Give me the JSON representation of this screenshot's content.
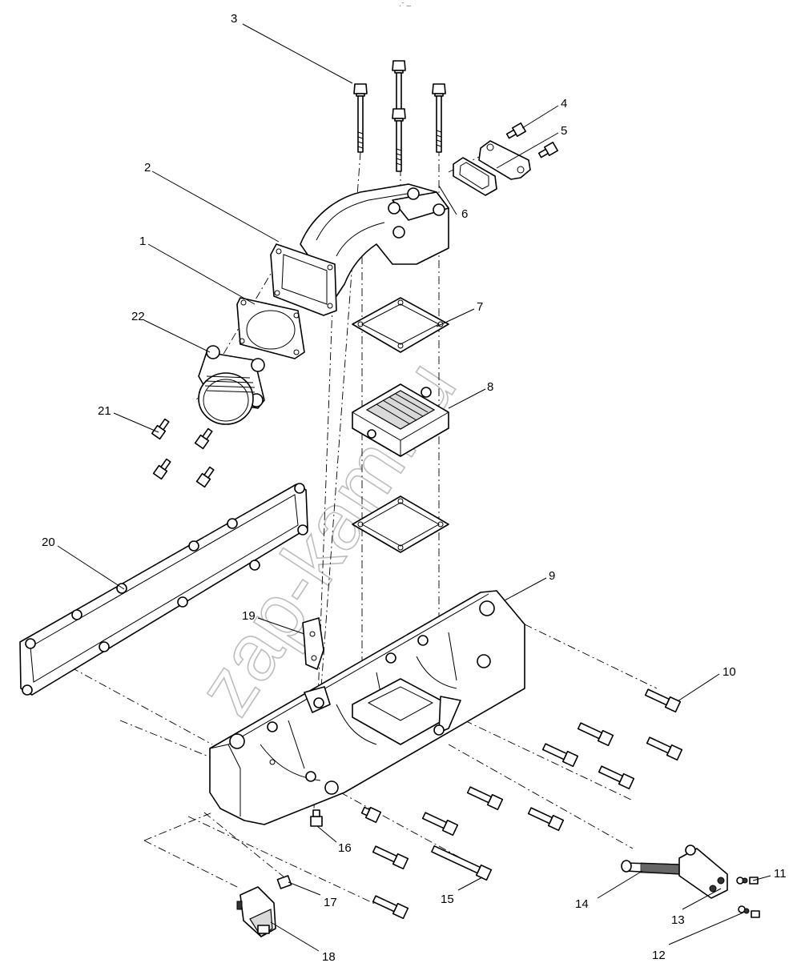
{
  "watermark": "zap-kam.ru",
  "top_mark": "·ˉ –",
  "callouts": [
    "1",
    "2",
    "3",
    "4",
    "5",
    "6",
    "7",
    "8",
    "9",
    "10",
    "11",
    "12",
    "13",
    "14",
    "15",
    "16",
    "17",
    "18",
    "19",
    "20",
    "21",
    "22"
  ]
}
